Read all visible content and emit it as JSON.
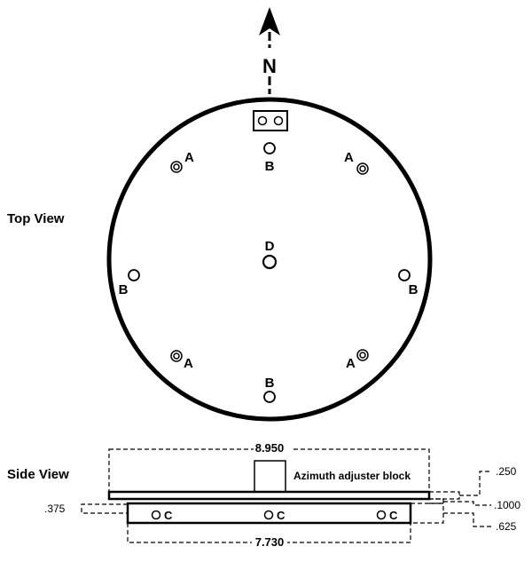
{
  "north": {
    "label": "N"
  },
  "views": {
    "top": "Top  View",
    "side": "Side View"
  },
  "top_view": {
    "hole_labels": {
      "a": "A",
      "b": "B",
      "c": "C",
      "d": "D"
    }
  },
  "side_view": {
    "block_label": "Azimuth adjuster block",
    "dims": {
      "overall_width": "8.950",
      "bottom_width": "7.730",
      "top_thickness": ".250",
      "gap": ".1000",
      "bottom_thickness": ".625",
      "side_offset": ".375"
    }
  }
}
